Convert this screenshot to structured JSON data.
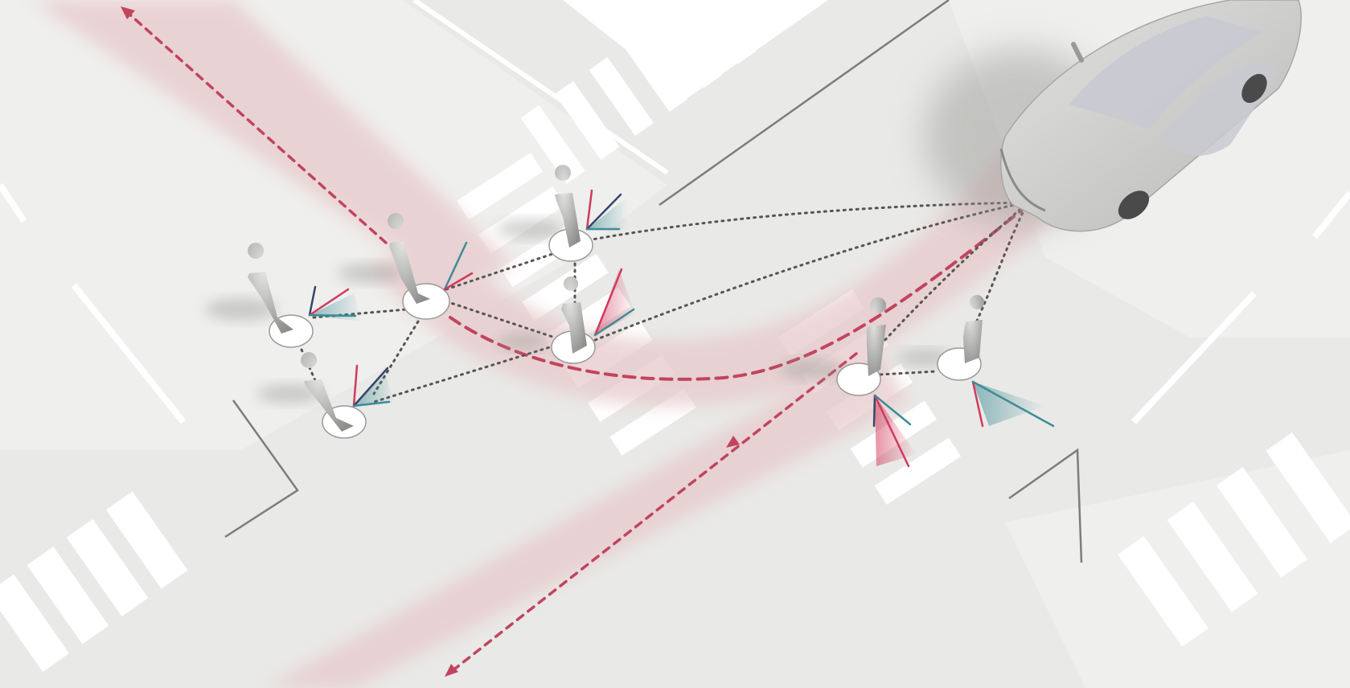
{
  "scene": {
    "colors": {
      "ground": "#e9e9e7",
      "sidewalk": "#f1f1ef",
      "crosswalk": "#ffffff",
      "curb": "#7d7d7b",
      "path_band": "#e7c9cb",
      "trajectory": "#c2445f",
      "interaction": "#555555",
      "arrow_red": "#d23a5c",
      "arrow_teal": "#3e8c95",
      "arrow_navy": "#36466b",
      "figure": "#a9a9a7",
      "car_body": "#d0d0ce",
      "car_glass": "#c9c9d1"
    },
    "agents": [
      {
        "id": "p1",
        "kind": "pedestrian"
      },
      {
        "id": "p2",
        "kind": "pedestrian"
      },
      {
        "id": "p3",
        "kind": "pedestrian"
      },
      {
        "id": "p4",
        "kind": "pedestrian"
      },
      {
        "id": "p5",
        "kind": "pedestrian"
      },
      {
        "id": "p6",
        "kind": "pedestrian"
      },
      {
        "id": "p7",
        "kind": "pedestrian"
      },
      {
        "id": "car",
        "kind": "vehicle"
      }
    ],
    "predicted_trajectories": 3,
    "interaction_links": 13
  }
}
